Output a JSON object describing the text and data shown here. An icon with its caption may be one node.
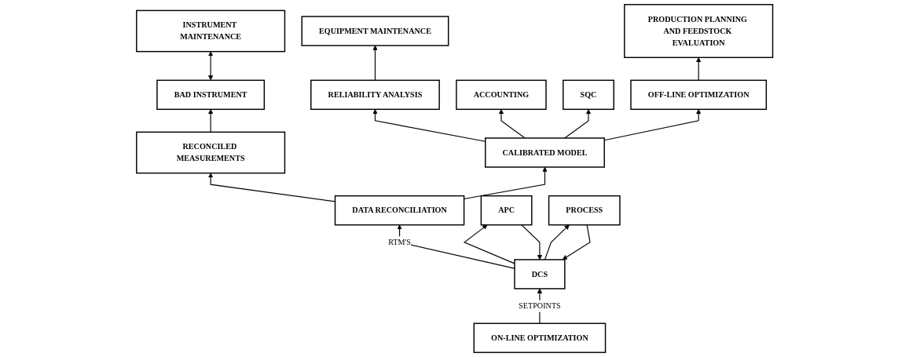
{
  "diagram": {
    "nodes": [
      {
        "text": [
          "INSTRUMENT MAINTENANCE"
        ]
      },
      {
        "text": [
          "EQUIPMENT MAINTENANCE"
        ]
      },
      {
        "text": [
          "PRODUCTION PLANNING AND FEEDSTOCK EVALUATION"
        ]
      },
      {
        "text": [
          "BAD INSTRUMENT"
        ]
      },
      {
        "text": [
          "RELIABILITY ANALYSIS"
        ]
      },
      {
        "text": [
          "ACCOUNTING"
        ]
      },
      {
        "text": [
          "SQC"
        ]
      },
      {
        "text": [
          "OFF-LINE OPTIMIZATION"
        ]
      },
      {
        "text": [
          "RECONCILED MEASUREMENTS"
        ]
      },
      {
        "text": [
          "CALIBRATED MODEL"
        ]
      },
      {
        "text": [
          "DATA RECONCILIATION"
        ]
      },
      {
        "text": [
          "ON-LINE OPTIMIZATION"
        ]
      },
      {
        "text": [
          "DCS"
        ]
      },
      {
        "text": [
          "APC"
        ]
      },
      {
        "text": [
          "PROCESS"
        ]
      }
    ],
    "edges": [
      {
        "from": 3,
        "to": 0,
        "arrow": "both"
      },
      {
        "from": 4,
        "to": 1,
        "arrow": "to"
      },
      {
        "from": 7,
        "to": 2,
        "arrow": "to"
      },
      {
        "from": 8,
        "to": 3,
        "arrow": "to"
      },
      {
        "from": 9,
        "to": 4,
        "arrow": "to"
      },
      {
        "from": 9,
        "to": 5,
        "arrow": "to"
      },
      {
        "from": 9,
        "to": 6,
        "arrow": "to"
      },
      {
        "from": 9,
        "to": 7,
        "arrow": "to"
      },
      {
        "from": 10,
        "to": 8,
        "arrow": "to"
      },
      {
        "from": 10,
        "to": 9,
        "arrow": "to"
      },
      {
        "from": 12,
        "to": 10,
        "arrow": "to",
        "label": "RTM'S"
      },
      {
        "from": 11,
        "to": 12,
        "arrow": "to",
        "label": "SETPOINTS"
      },
      {
        "from": 13,
        "to": 12,
        "arrow": "to"
      },
      {
        "from": 12,
        "to": 13,
        "arrow": "to"
      },
      {
        "from": 12,
        "to": 14,
        "arrow": "to"
      },
      {
        "from": 14,
        "to": 12,
        "arrow": "to"
      }
    ]
  }
}
